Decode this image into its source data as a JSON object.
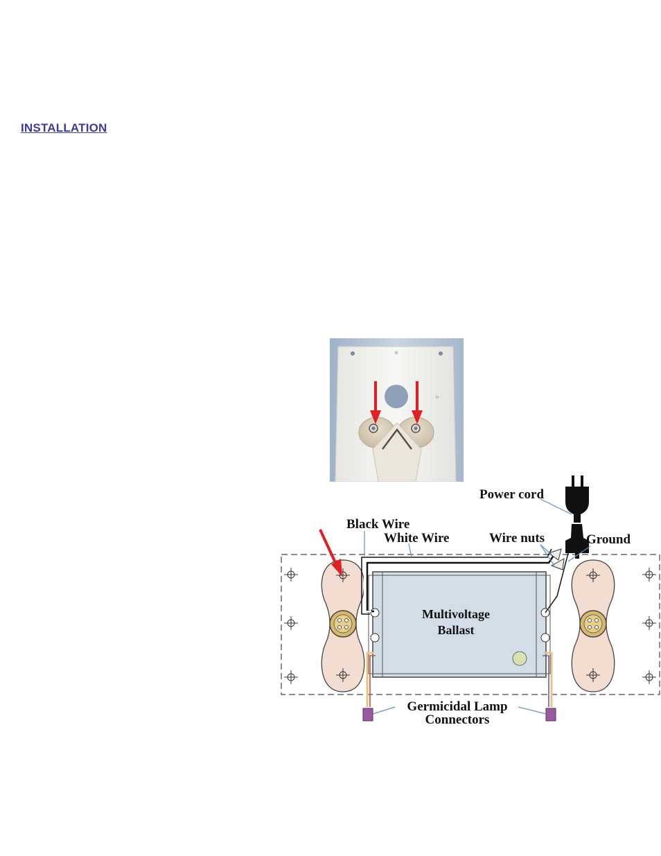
{
  "heading": "INSTALLATION",
  "labels": {
    "power_cord": "Power cord",
    "black_wire": "Black Wire",
    "white_wire": "White Wire",
    "wire_nuts": "Wire nuts",
    "ground": "Ground",
    "ballast_line1": "Multivoltage",
    "ballast_line2": "Ballast",
    "connectors_line1": "Germicidal Lamp",
    "connectors_line2": "Connectors"
  },
  "colors": {
    "heading": "#3b3b9e",
    "arrow": "#e02020",
    "ballast": "#d3dde8",
    "bracket": "#f2ddd0",
    "connector": "#9a5aa0",
    "socket": "#d8b96a"
  }
}
